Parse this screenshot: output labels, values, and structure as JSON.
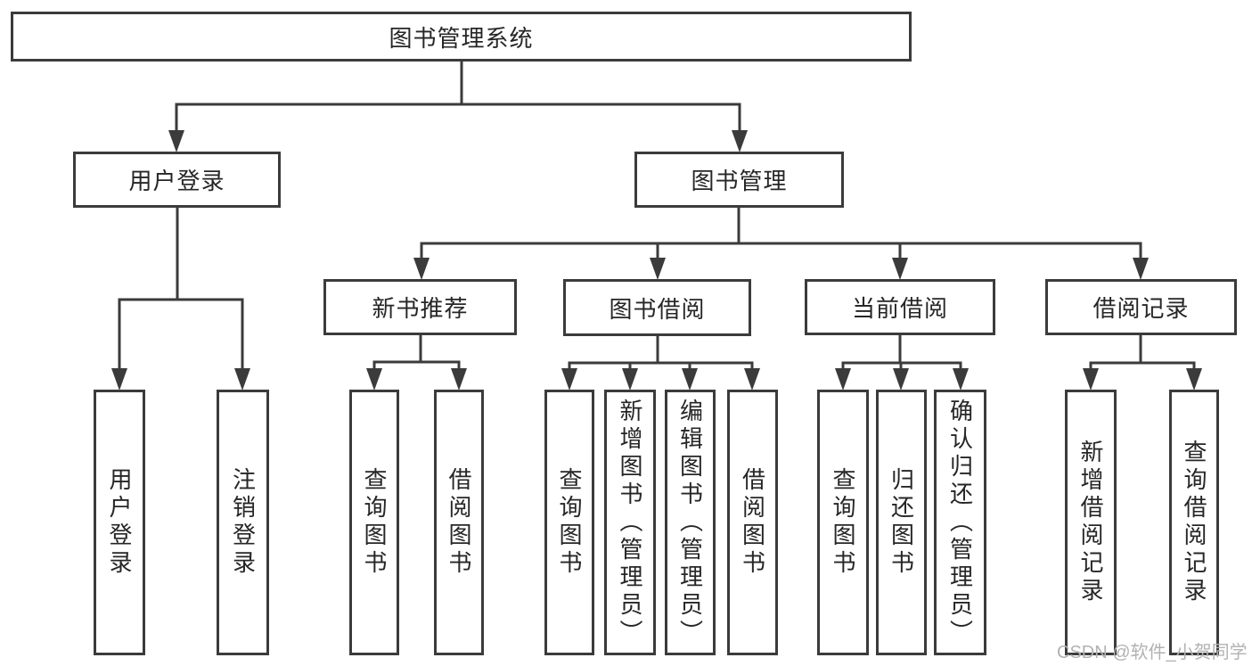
{
  "diagram_type": "tree",
  "tree": {
    "label": "图书管理系统",
    "children": [
      {
        "label": "用户登录",
        "children": [
          {
            "label": "用户登录"
          },
          {
            "label": "注销登录"
          }
        ]
      },
      {
        "label": "图书管理",
        "children": [
          {
            "label": "新书推荐",
            "children": [
              {
                "label": "查询图书"
              },
              {
                "label": "借阅图书"
              }
            ]
          },
          {
            "label": "图书借阅",
            "children": [
              {
                "label": "查询图书"
              },
              {
                "label": "新增图书（管理员）"
              },
              {
                "label": "编辑图书（管理员）"
              },
              {
                "label": "借阅图书"
              }
            ]
          },
          {
            "label": "当前借阅",
            "children": [
              {
                "label": "查询图书"
              },
              {
                "label": "归还图书"
              },
              {
                "label": "确认归还（管理员）"
              }
            ]
          },
          {
            "label": "借阅记录",
            "children": [
              {
                "label": "新增借阅记录"
              },
              {
                "label": "查询借阅记录"
              }
            ]
          }
        ]
      }
    ]
  },
  "watermark": {
    "text": "CSDN @软件_小贺同学"
  },
  "colors": {
    "line": "#3b3b3b",
    "box_border": "#3b3b3b",
    "text": "#262626",
    "watermark": "#b2b2b2",
    "background": "#ffffff"
  }
}
